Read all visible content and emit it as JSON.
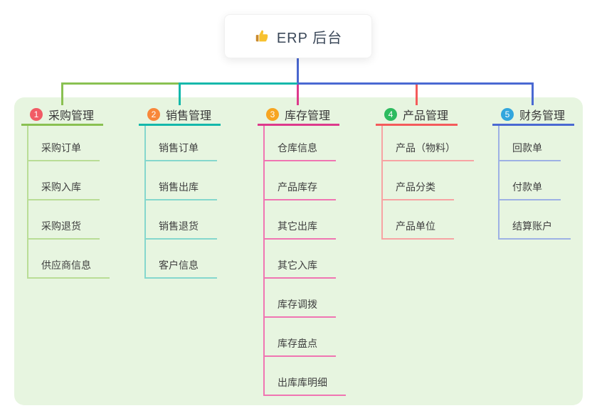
{
  "root": {
    "label": "ERP 后台",
    "icon": "thumbs-up-icon"
  },
  "colors": {
    "canvas_bg": "#ffffff",
    "panel_bg": "#e7f5e0",
    "root_connector": "#4a67cf",
    "header_text": "#383838",
    "child_text": "#3f3f3f"
  },
  "branches": [
    {
      "index": "1",
      "label": "采购管理",
      "badge_color": "#f15b65",
      "line_color": "#8ac152",
      "child_line_color": "#b9dd96",
      "children": [
        "采购订单",
        "采购入库",
        "采购退货",
        "供应商信息"
      ]
    },
    {
      "index": "2",
      "label": "销售管理",
      "badge_color": "#f8873a",
      "line_color": "#14b8ab",
      "child_line_color": "#85d7cd",
      "children": [
        "销售订单",
        "销售出库",
        "销售退货",
        "客户信息"
      ]
    },
    {
      "index": "3",
      "label": "库存管理",
      "badge_color": "#f7a521",
      "line_color": "#dd3a8c",
      "child_line_color": "#f075b2",
      "children": [
        "仓库信息",
        "产品库存",
        "其它出库",
        "其它入库",
        "库存调拨",
        "库存盘点",
        "出库库明细"
      ]
    },
    {
      "index": "4",
      "label": "产品管理",
      "badge_color": "#2dbb5f",
      "line_color": "#f45b5b",
      "child_line_color": "#f7a3a3",
      "children": [
        "产品（物料）",
        "产品分类",
        "产品单位"
      ]
    },
    {
      "index": "5",
      "label": "财务管理",
      "badge_color": "#32a6dd",
      "line_color": "#4a69d2",
      "child_line_color": "#9db1e4",
      "children": [
        "回款单",
        "付款单",
        "结算账户"
      ]
    }
  ]
}
